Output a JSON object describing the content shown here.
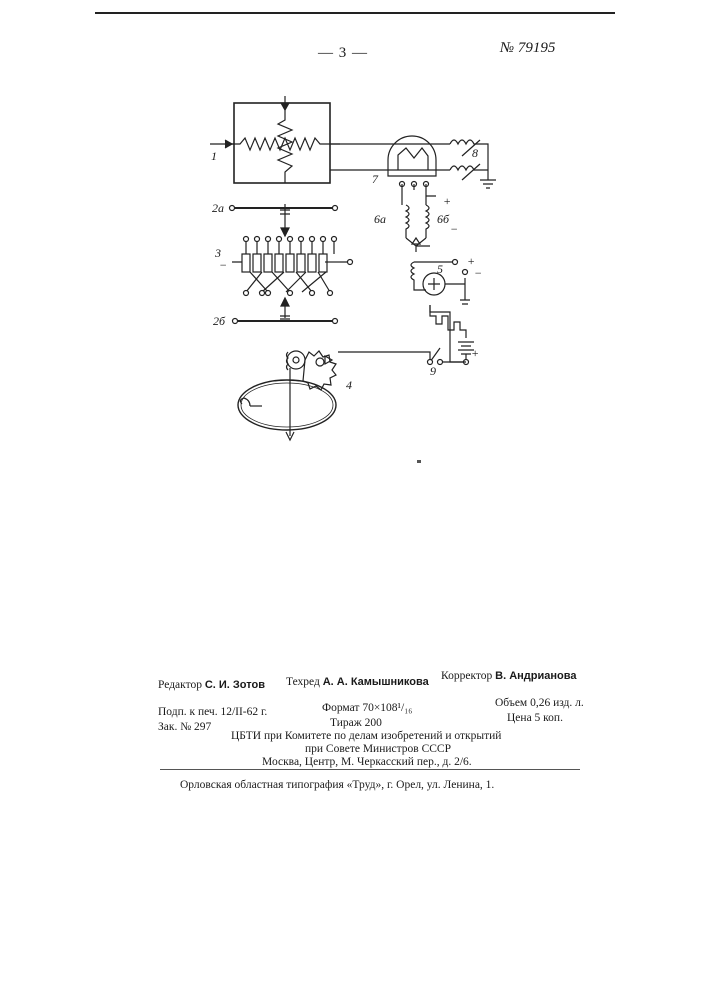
{
  "header": {
    "page_number": "— 3 —",
    "patent_number": "№ 79195"
  },
  "figure": {
    "labels": {
      "l1": "1",
      "l2a": "2а",
      "l2b": "2б",
      "l3": "3",
      "l4": "4",
      "l5": "5",
      "l6a": "6а",
      "l6b": "6б",
      "l7": "7",
      "l8": "8",
      "l9": "9"
    },
    "signs": {
      "plus": "+",
      "minus": "−"
    }
  },
  "imprint": {
    "editor_label": "Редактор",
    "editor_name": "С. И. Зотов",
    "techred_label": "Техред",
    "techred_name": "А. А. Камышникова",
    "corrector_label": "Корректор",
    "corrector_name": "В. Андрианова",
    "signed": "Подп. к печ. 12/II-62 г.",
    "format": "Формат 70×108¹/₁₆",
    "volume": "Объем 0,26 изд. л.",
    "order": "Зак. № 297",
    "circulation": "Тираж 200",
    "price": "Цена 5 коп.",
    "org_line1": "ЦБТИ при Комитете по делам изобретений и открытий",
    "org_line2": "при Совете Министров СССР",
    "address": "Москва, Центр, М. Черкасский пер., д. 2/6.",
    "printer": "Орловская областная типография «Труд», г. Орел, ул. Ленина, 1."
  }
}
